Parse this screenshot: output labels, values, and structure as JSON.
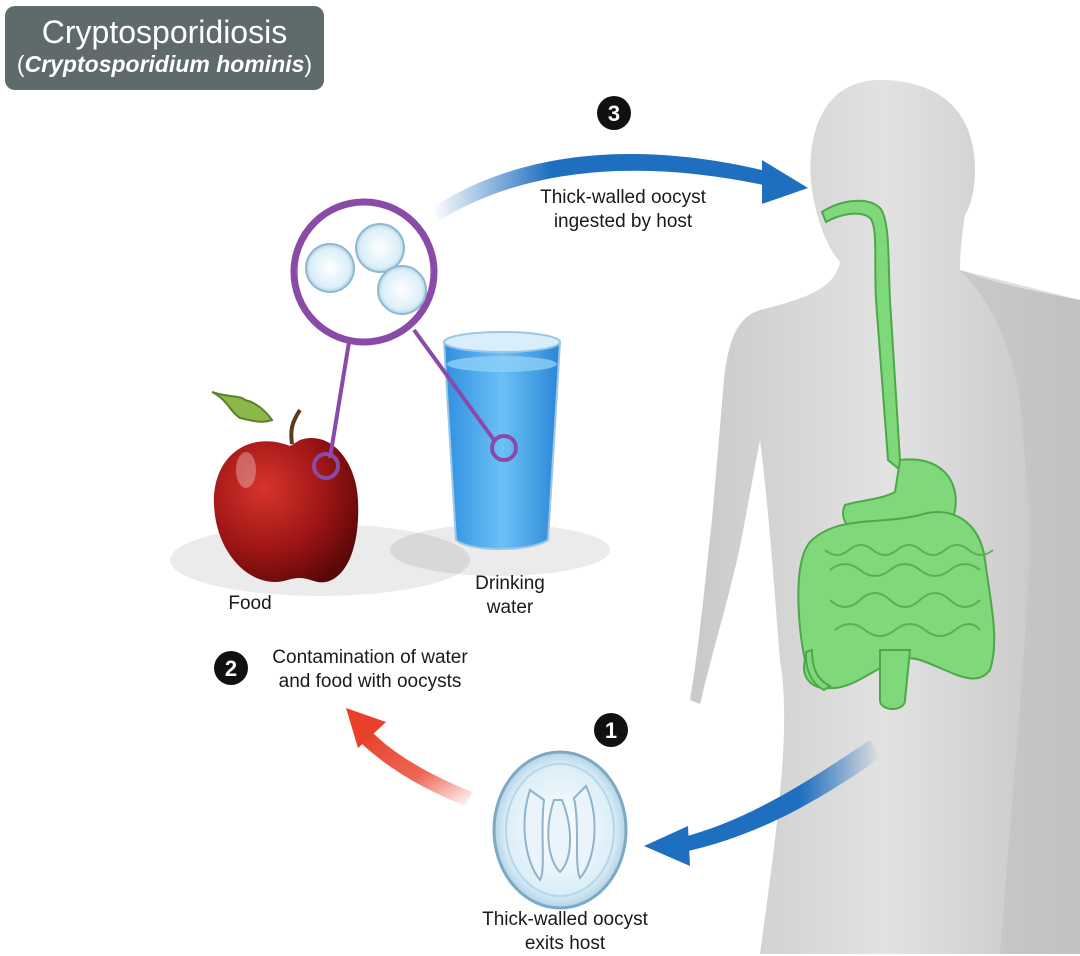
{
  "title": {
    "main": "Cryptosporidiosis",
    "sub_open": "(",
    "sub_species": "Cryptosporidium hominis",
    "sub_close": ")"
  },
  "steps": [
    {
      "number": "1",
      "line1": "Thick-walled oocyst",
      "line2": "exits host"
    },
    {
      "number": "2",
      "line1": "Contamination of water",
      "line2": "and food with oocysts"
    },
    {
      "number": "3",
      "line1": "Thick-walled oocyst",
      "line2": "ingested by host"
    }
  ],
  "sources": {
    "food": "Food",
    "water_line1": "Drinking",
    "water_line2": "water"
  },
  "colors": {
    "title_bg": "#5f6b6b",
    "arrow_blue": "#1f6fc0",
    "arrow_red": "#e8402a",
    "gut_green": "#7fd87a",
    "magnifier_purple": "#8a4aa8",
    "body_gray": "#d6d6d6"
  }
}
